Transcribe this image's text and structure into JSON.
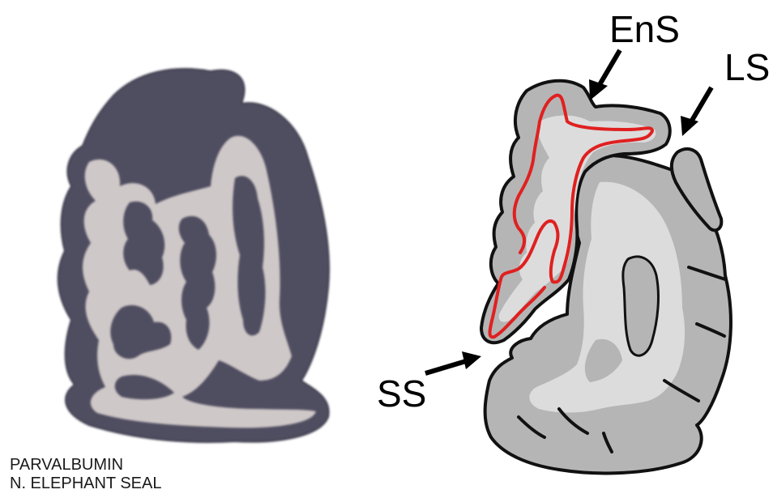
{
  "caption": {
    "line1": "PARVALBUMIN",
    "line2": "N. ELEPHANT SEAL"
  },
  "labels": {
    "ens": "EnS",
    "ls": "LS",
    "ss": "SS"
  },
  "colors": {
    "stain_dark": "#4f4d60",
    "stain_light": "#cfc8c8",
    "schematic_gray": "#b5b5b5",
    "schematic_light": "#dcdcdc",
    "outline": "#111111",
    "highlight_red": "#e02020"
  }
}
